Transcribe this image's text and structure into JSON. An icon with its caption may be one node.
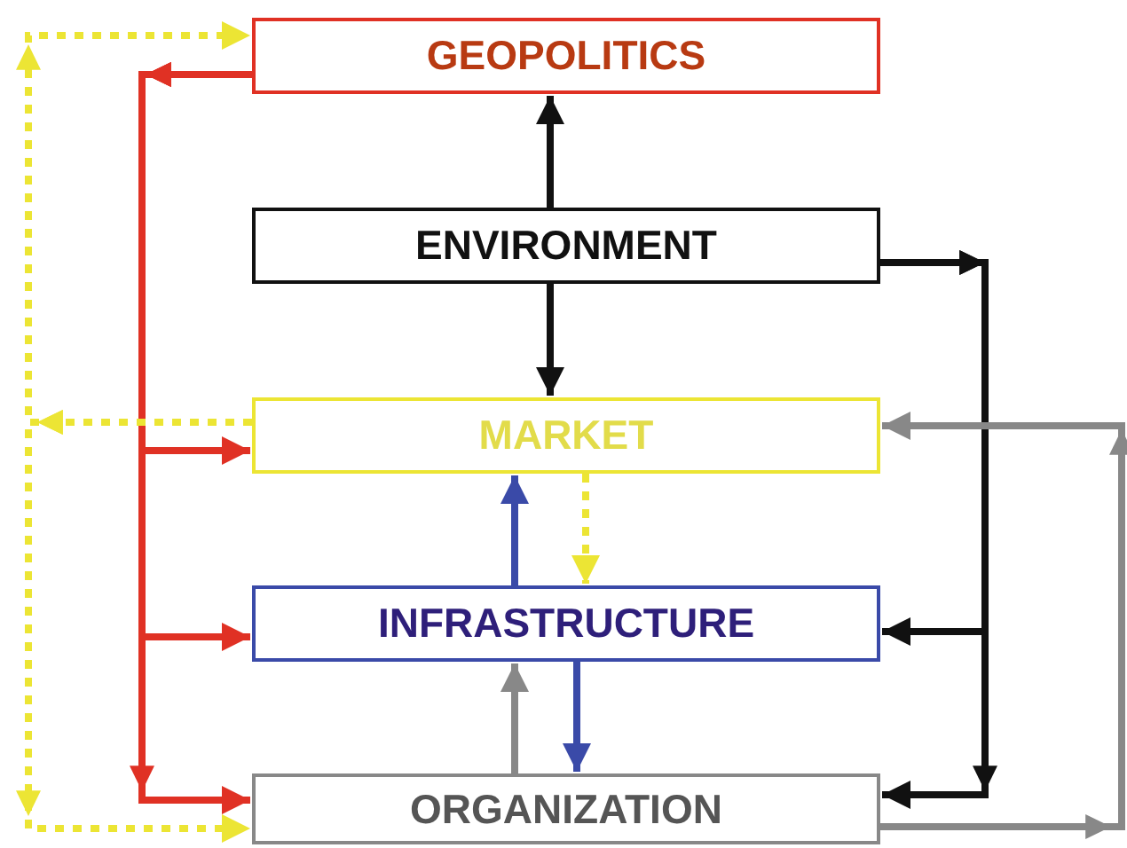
{
  "diagram": {
    "nodes": [
      {
        "text": [
          "GEOPOLITICS"
        ]
      },
      {
        "text": [
          "ENVIRONMENT"
        ]
      },
      {
        "text": [
          "MARKET"
        ]
      },
      {
        "text": [
          "INFRASTRUCTURE"
        ]
      },
      {
        "text": [
          "ORGANIZATION"
        ]
      }
    ],
    "edges": [
      {
        "from": 1,
        "to": 0,
        "arrow": "to",
        "color": "#111111"
      },
      {
        "from": 1,
        "to": 2,
        "arrow": "to",
        "color": "#111111"
      },
      {
        "from": 1,
        "to": 3,
        "arrow": "to",
        "color": "#111111"
      },
      {
        "from": 1,
        "to": 4,
        "arrow": "to",
        "color": "#111111"
      },
      {
        "from": 0,
        "to": 2,
        "arrow": "to",
        "color": "#e03124"
      },
      {
        "from": 0,
        "to": 3,
        "arrow": "to",
        "color": "#e03124"
      },
      {
        "from": 0,
        "to": 4,
        "arrow": "to",
        "color": "#e03124"
      },
      {
        "from": 2,
        "to": 0,
        "arrow": "to",
        "style": "dashed",
        "color": "#ece534"
      },
      {
        "from": 2,
        "to": 4,
        "arrow": "to",
        "style": "dashed",
        "color": "#ece534"
      },
      {
        "from": 2,
        "to": 3,
        "arrow": "to",
        "style": "dashed",
        "color": "#ece534"
      },
      {
        "from": 3,
        "to": 2,
        "arrow": "to",
        "color": "#3a4aa8"
      },
      {
        "from": 3,
        "to": 4,
        "arrow": "to",
        "color": "#3a4aa8"
      },
      {
        "from": 4,
        "to": 3,
        "arrow": "to",
        "color": "#888888"
      },
      {
        "from": 4,
        "to": 2,
        "arrow": "to",
        "color": "#888888"
      }
    ]
  }
}
